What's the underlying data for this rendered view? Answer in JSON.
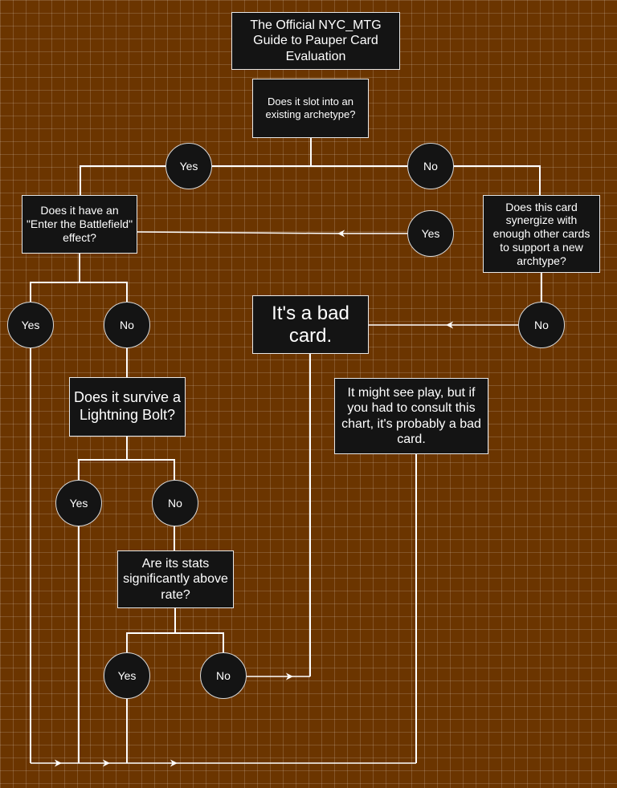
{
  "nodes": {
    "title": "The Official NYC_MTG Guide to Pauper Card Evaluation",
    "q_archetype": "Does it slot into an existing archetype?",
    "q_etb": "Does it have an \"Enter the Battlefield\" effect?",
    "q_synergy": "Does this card synergize with enough other cards to support a new archtype?",
    "bad_card": "It's a bad card.",
    "maybe_play": "It might see play, but if you had to consult this chart, it's probably a bad card.",
    "q_bolt": "Does it survive a Lightning Bolt?",
    "q_stats": "Are its stats significantly above rate?"
  },
  "answers": {
    "yes": "Yes",
    "no": "No"
  },
  "colors": {
    "background": "#6b3500",
    "box": "#141414",
    "line": "#ffffff"
  }
}
